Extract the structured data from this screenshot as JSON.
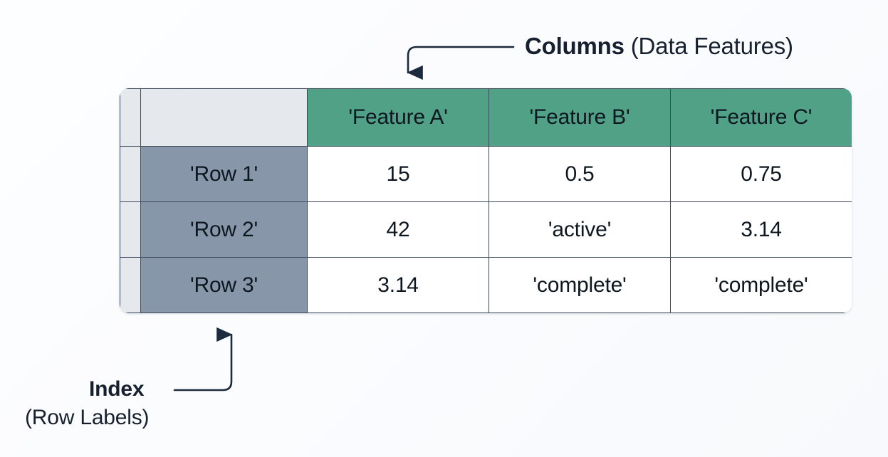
{
  "annotations": {
    "columns": {
      "strong": "Columns",
      "regular": " (Data Features)"
    },
    "index": {
      "strong": "Index",
      "regular": "(Row Labels)"
    }
  },
  "colors": {
    "header_green": "#50a186",
    "index_gray": "#8796a8",
    "corner_gray": "#e5e8ed",
    "grid_line": "#3d4a5c",
    "arrow": "#1b2a3c",
    "background": "#fbfcfe"
  },
  "table": {
    "corner_label": "",
    "index_header_label": "",
    "columns": [
      "'Feature A'",
      "'Feature B'",
      "'Feature C'"
    ],
    "index": [
      "'Row 1'",
      "'Row 2'",
      "'Row 3'"
    ],
    "rows": [
      {
        "label": "'Row 1'",
        "cells": [
          "15",
          "0.5",
          "0.75"
        ]
      },
      {
        "label": "'Row 2'",
        "cells": [
          "42",
          "'active'",
          "3.14"
        ]
      },
      {
        "label": "'Row 3'",
        "cells": [
          "3.14",
          "'complete'",
          "'complete'"
        ]
      }
    ]
  }
}
